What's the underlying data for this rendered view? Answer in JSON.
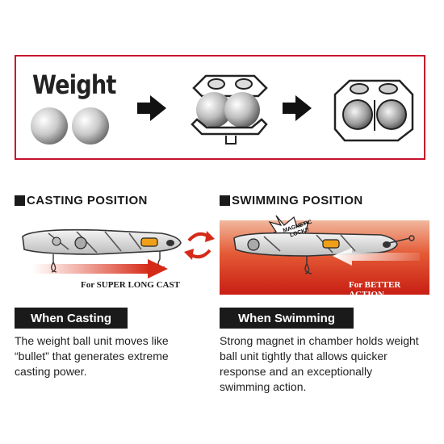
{
  "intro": {
    "weight_label": "Weight"
  },
  "casting": {
    "heading": "CASTING POSITION",
    "caption": "For SUPER LONG CAST",
    "badge": "When Casting",
    "description_lines": [
      "The weight ball unit moves like",
      "“bullet” that generates extreme",
      "casting power."
    ]
  },
  "swimming": {
    "heading": "SWIMMING POSITION",
    "burst_lines": [
      "MAGNETIC",
      "LOCK!!"
    ],
    "caption": "For BETTER ACTION",
    "badge": "When Swimming",
    "description_lines": [
      "Strong magnet in chamber holds weight",
      "ball unit tightly that allows quicker",
      "response and an exceptionally",
      "swimming action."
    ]
  },
  "colors": {
    "frame_red": "#c8102e",
    "badge_black": "#1a1a1a",
    "background_red": "#d9321f"
  }
}
